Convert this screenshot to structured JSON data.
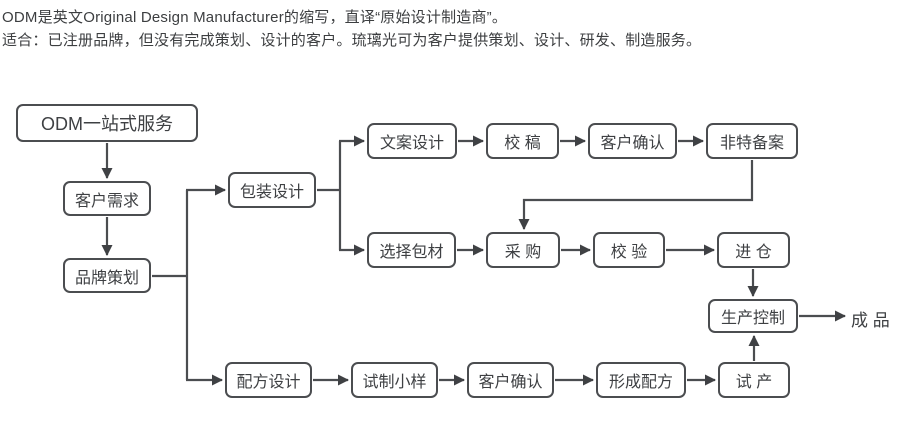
{
  "header": {
    "line1": "ODM是英文Original Design Manufacturer的缩写，直译“原始设计制造商”。",
    "line2": "适合：已注册品牌，但没有完成策划、设计的客户。琉璃光可为客户提供策划、设计、研发、制造服务。"
  },
  "flowchart": {
    "nodes": {
      "odm_service": "ODM一站式服务",
      "customer_needs": "客户需求",
      "brand_planning": "品牌策划",
      "packaging_design": "包装设计",
      "copy_design": "文案设计",
      "proofreading": "校 稿",
      "client_confirm_top": "客户确认",
      "non_special_filing": "非特备案",
      "material_selection": "选择包材",
      "purchasing": "采 购",
      "inspection": "校 验",
      "warehousing": "进 仓",
      "production_control": "生产控制",
      "formula_design": "配方设计",
      "trial_sample": "试制小样",
      "client_confirm_bottom": "客户确认",
      "formula_formation": "形成配方",
      "trial_production": "试 产",
      "finished_product": "成 品"
    },
    "colors": {
      "line": "#4b4d50",
      "text": "#3e4043",
      "background": "#ffffff"
    }
  }
}
